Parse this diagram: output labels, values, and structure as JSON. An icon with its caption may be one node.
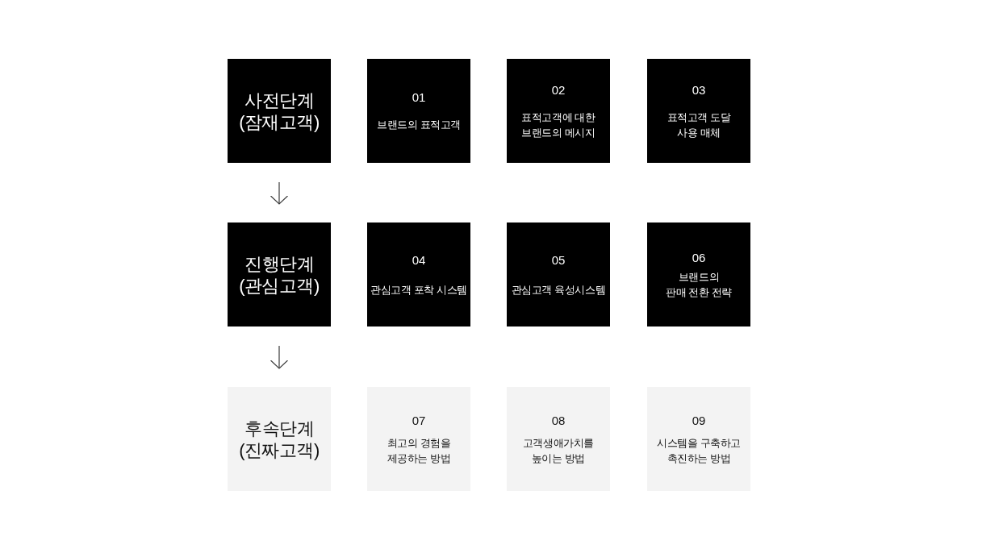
{
  "diagram": {
    "nodes": [
      {
        "text": [
          "사전단계 (잠재고객)"
        ]
      },
      {
        "text": [
          "01",
          "브랜드의 표적고객"
        ]
      },
      {
        "text": [
          "02",
          "표적고객에 대한 브랜드의 메시지"
        ]
      },
      {
        "text": [
          "03",
          "표적고객 도달 사용 매체"
        ]
      },
      {
        "text": [
          "진행단계 (관심고객)"
        ]
      },
      {
        "text": [
          "04",
          "관심고객 포착 시스템"
        ]
      },
      {
        "text": [
          "05",
          "관심고객 육성시스템"
        ]
      },
      {
        "text": [
          "06",
          "브랜드의 판매 전환 전략"
        ]
      },
      {
        "text": [
          "후속단계 (진짜고객)"
        ]
      },
      {
        "text": [
          "07",
          "최고의 경험을 제공하는 방법"
        ]
      },
      {
        "text": [
          "08",
          "고객생애가치를 높이는 방법"
        ]
      },
      {
        "text": [
          "09",
          "시스템을 구축하고 촉진하는 방법"
        ]
      }
    ],
    "edges": [
      {
        "from": 0,
        "to": 4,
        "arrow": "to"
      },
      {
        "from": 4,
        "to": 8,
        "arrow": "to"
      }
    ]
  }
}
